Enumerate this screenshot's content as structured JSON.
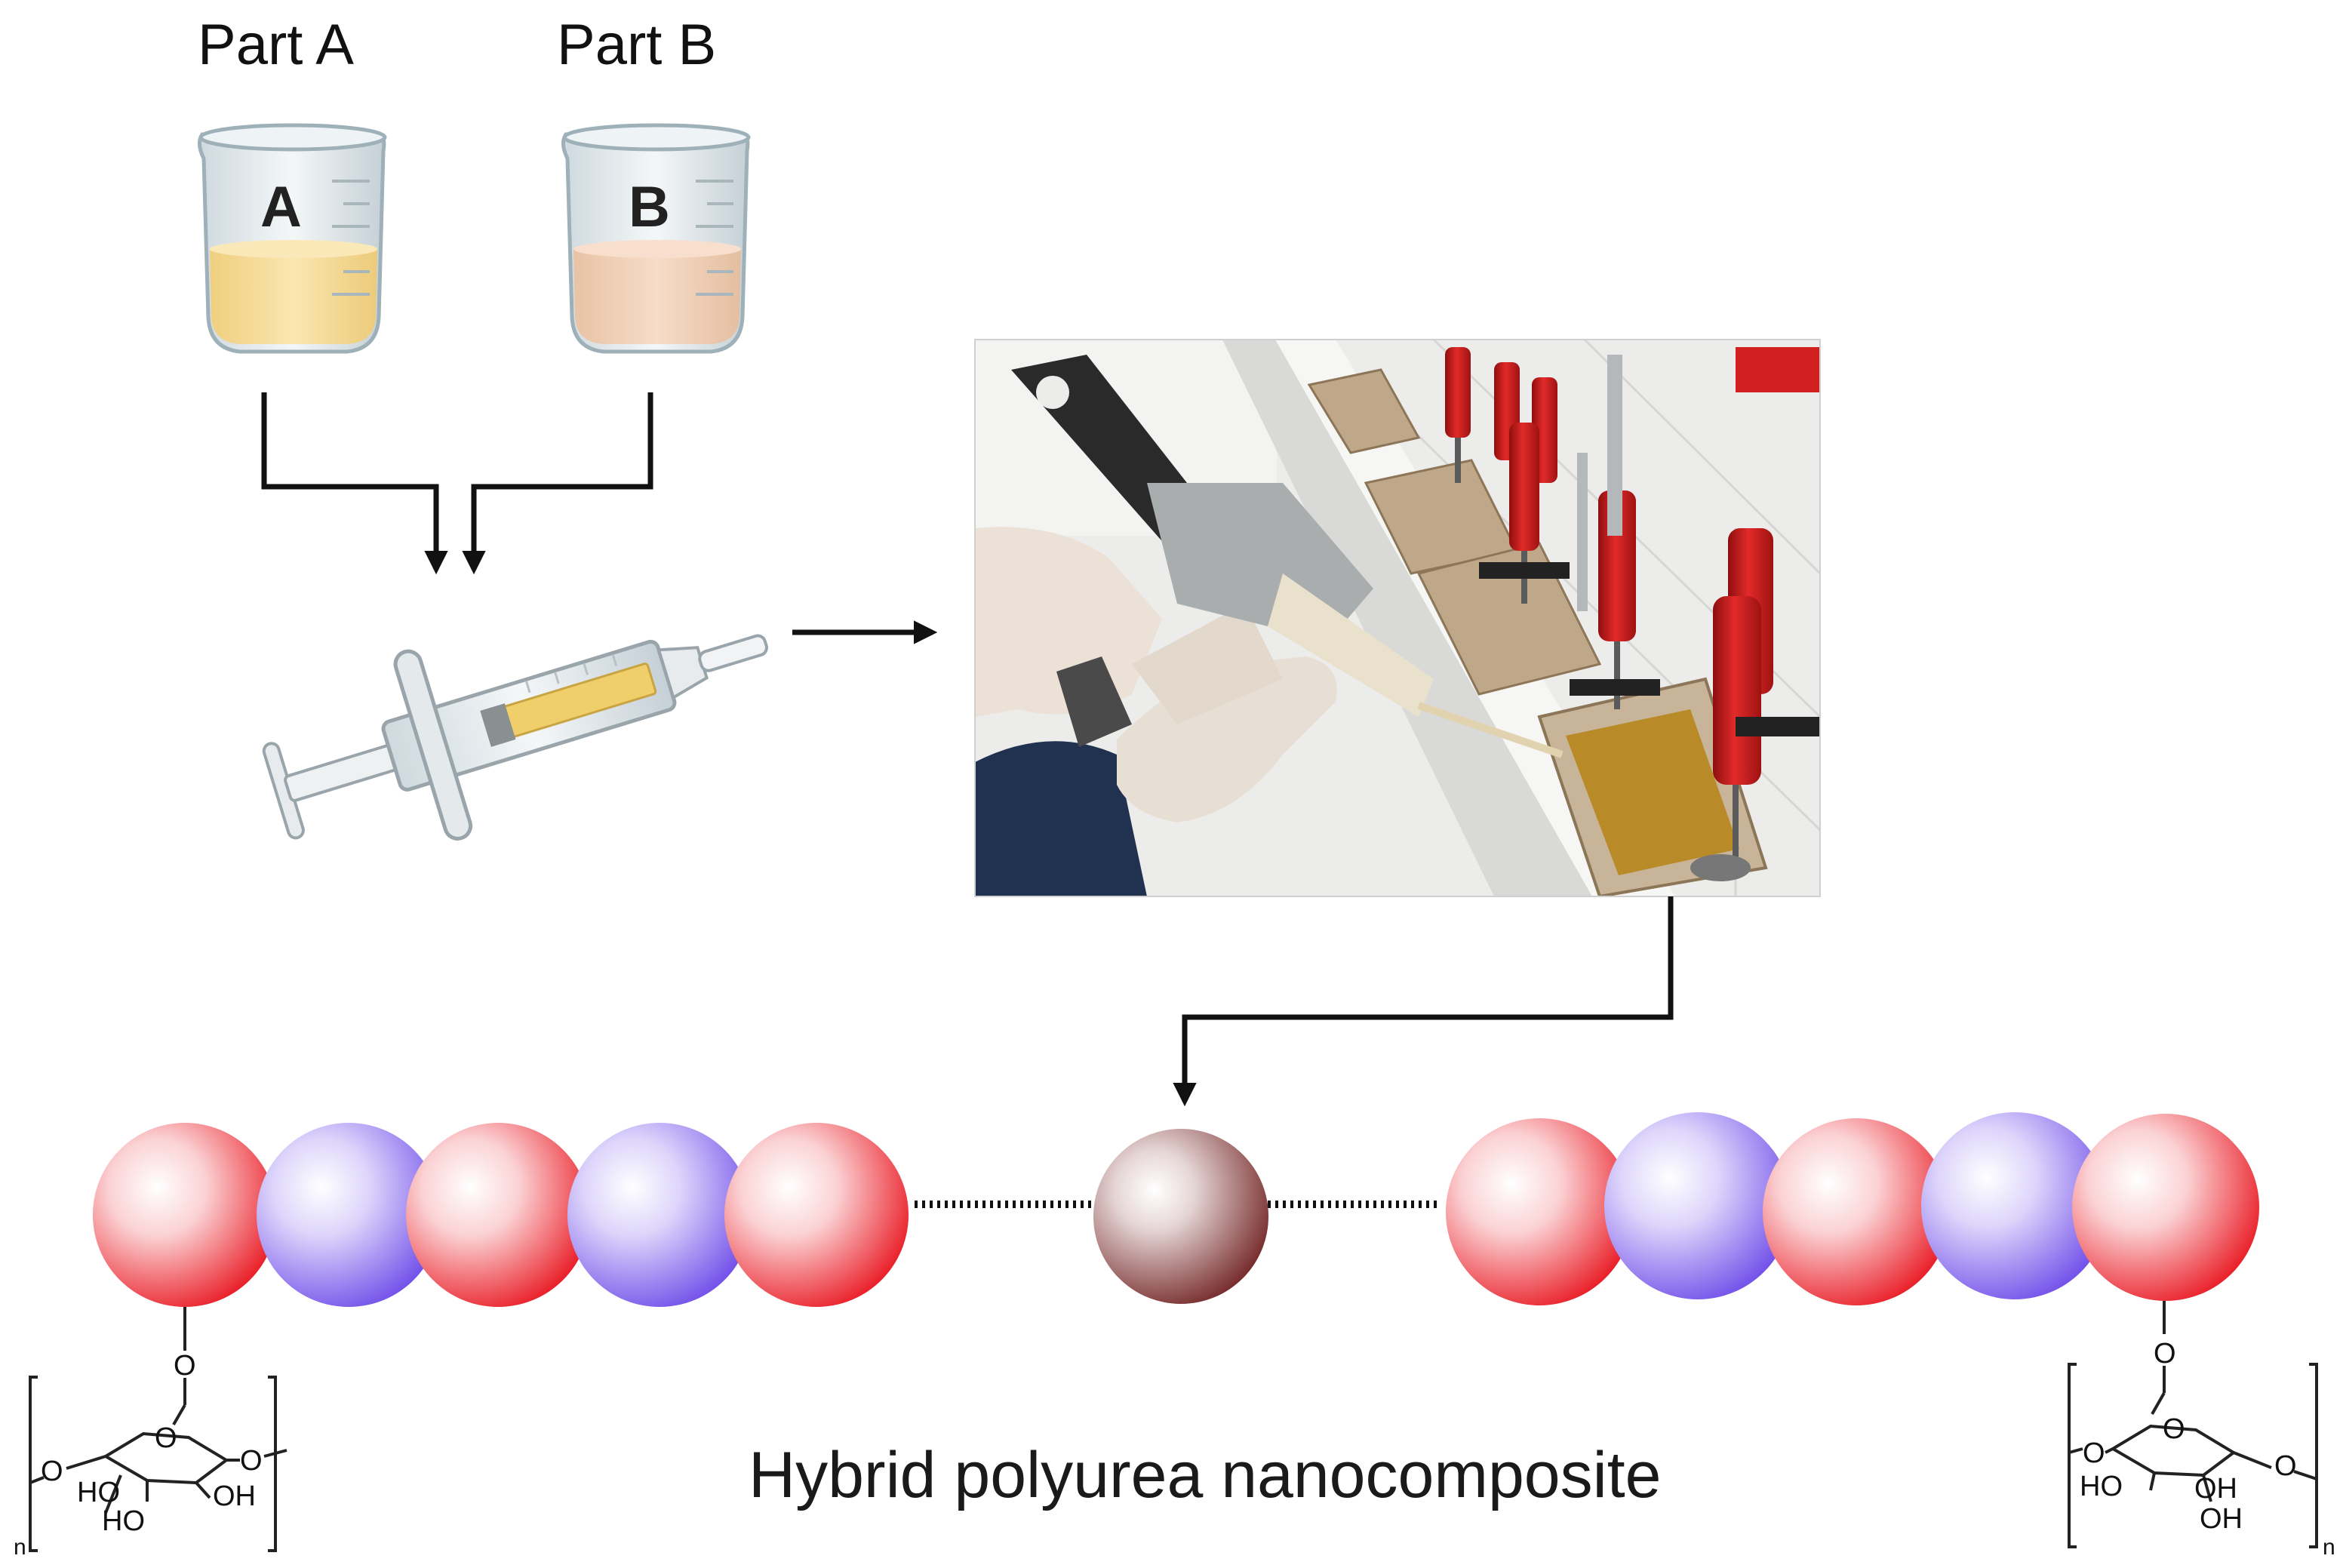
{
  "labels": {
    "part_a": "Part A",
    "part_b": "Part B",
    "beaker_a": "A",
    "beaker_b": "B",
    "caption": "Hybrid polyurea nanocomposite"
  },
  "chemistry": {
    "oxygen": "O",
    "hydroxyl": "OH",
    "hydroxyl_rev": "HO",
    "repeat": "n"
  },
  "colors": {
    "red_sphere": "#e8101a",
    "blue_sphere": "#6a4fe6",
    "brown_sphere": "#7a2323",
    "beaker_a_liquid": "#f6dc9a",
    "beaker_b_liquid": "#f3d2b6",
    "clamp_red": "#c51a1a"
  },
  "icons": [
    "beaker-a-icon",
    "beaker-b-icon",
    "syringe-icon",
    "lab-photo",
    "flow-arrow"
  ]
}
